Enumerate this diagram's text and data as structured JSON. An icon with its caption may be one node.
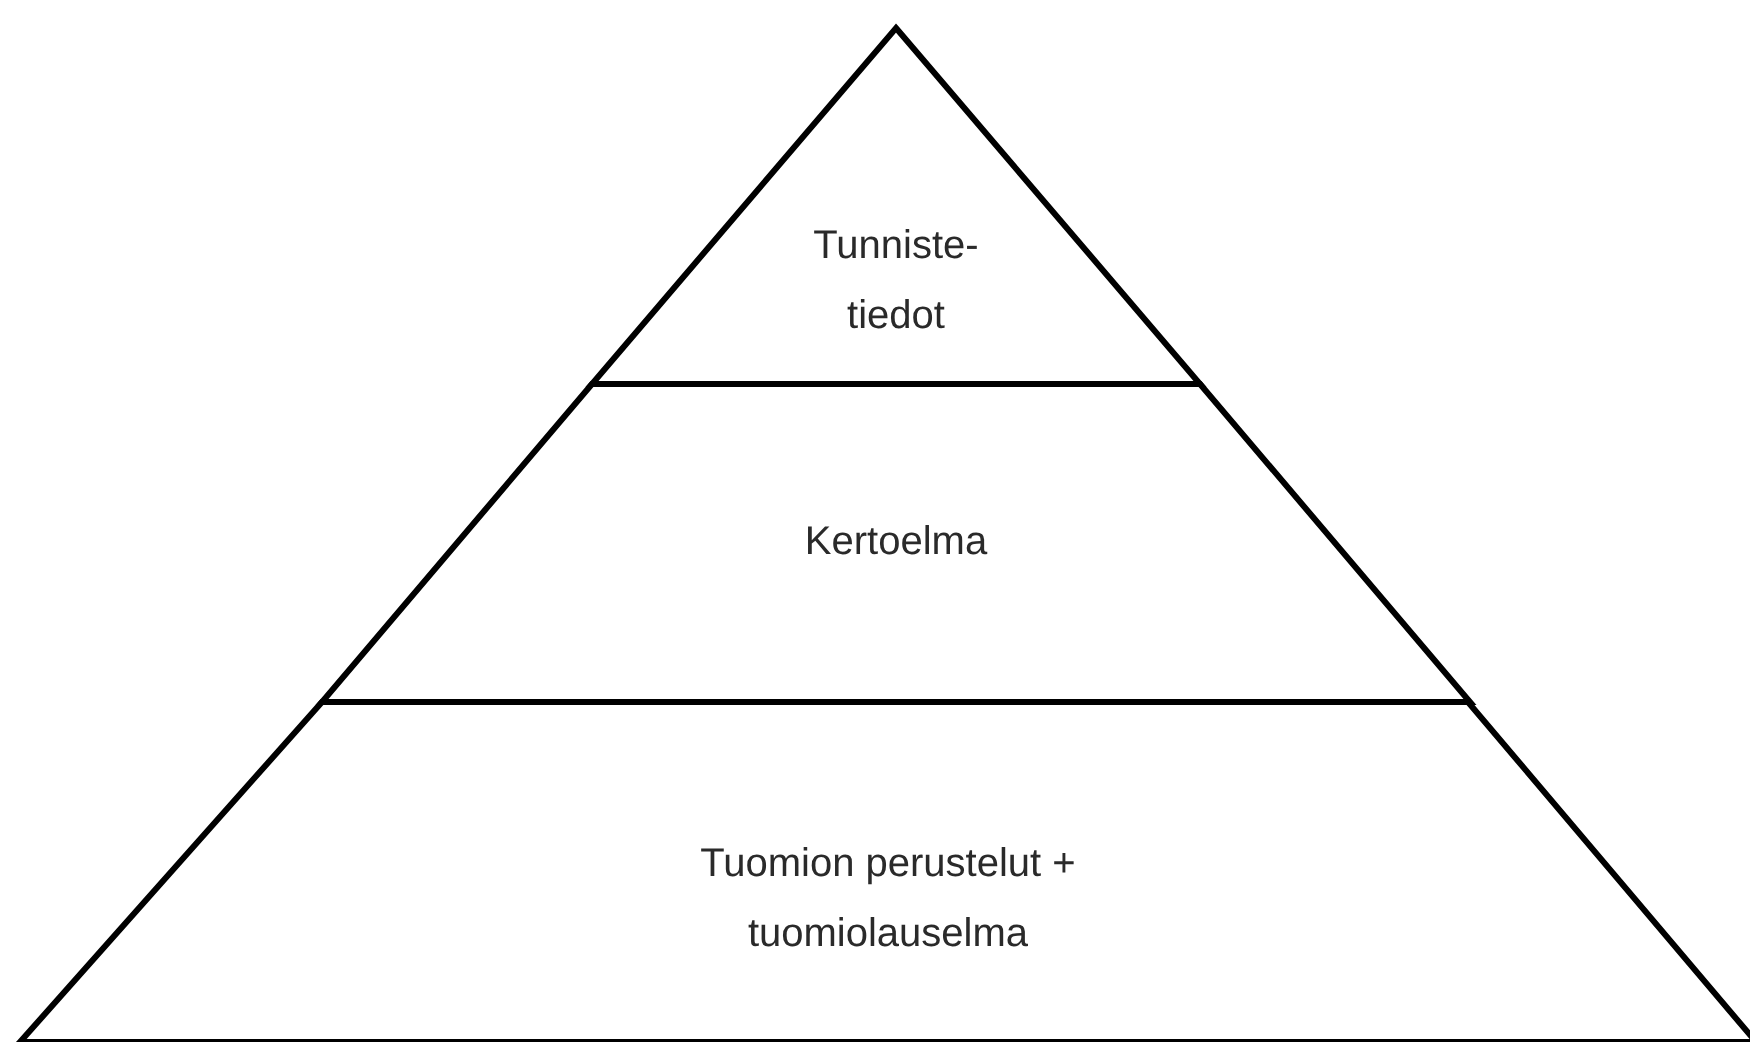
{
  "diagram": {
    "nodes": [
      {
        "text": [
          "Tunniste-tiedot"
        ]
      },
      {
        "text": [
          "Kertoelma"
        ]
      },
      {
        "text": [
          "Tuomion perustelut + tuomiolauselma"
        ]
      }
    ]
  }
}
